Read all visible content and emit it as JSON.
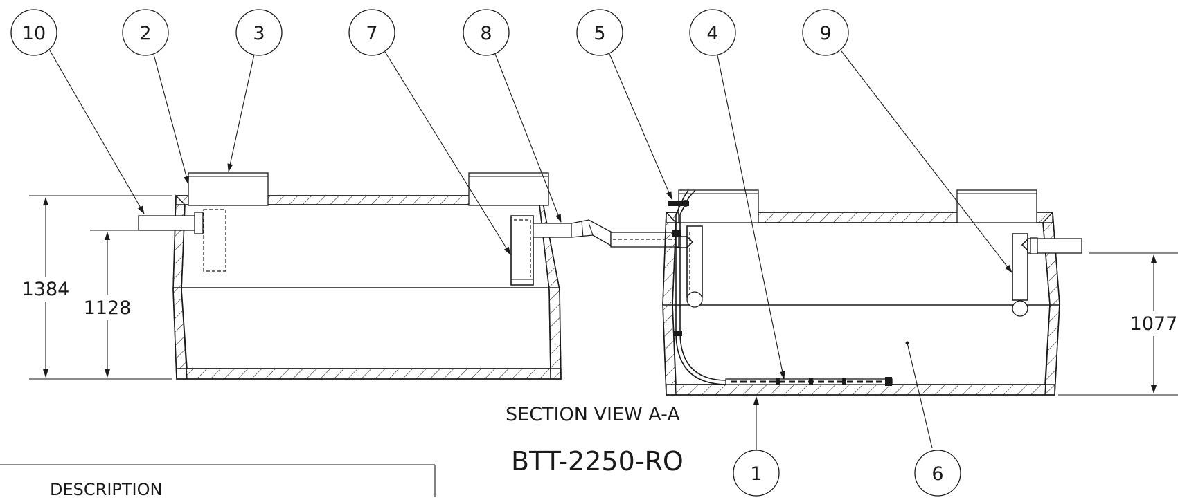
{
  "drawing": {
    "section_label": "SECTION VIEW A-A",
    "model": "BTT-2250-RO",
    "table_header": "DESCRIPTION",
    "balloons": [
      "10",
      "2",
      "3",
      "7",
      "8",
      "5",
      "4",
      "9",
      "1",
      "6"
    ],
    "dimensions": {
      "overall_height": "1384",
      "inlet_height": "1128",
      "outlet_height": "1077"
    }
  }
}
